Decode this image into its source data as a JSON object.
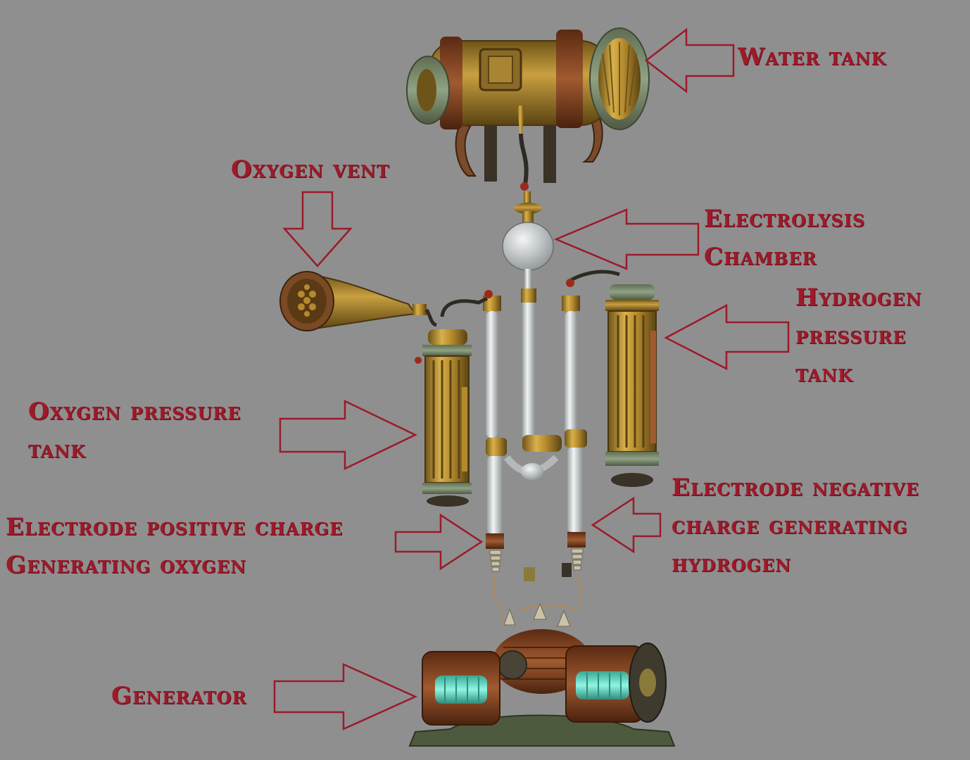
{
  "labels": {
    "water_tank": "Water tank",
    "oxygen_vent": "Oxygen vent",
    "electrolysis_chamber": [
      "Electrolysis",
      "Chamber"
    ],
    "hydrogen_pressure_tank": [
      "Hydrogen",
      "pressure",
      "tank"
    ],
    "oxygen_pressure_tank": [
      "Oxygen pressure",
      "tank"
    ],
    "electrode_negative": [
      "Electrode negative",
      "charge generating",
      "hydrogen"
    ],
    "electrode_positive": [
      "Electrode positive charge",
      "Generating oxygen"
    ],
    "generator": "Generator"
  },
  "colors": {
    "background": "#8f8f8f",
    "label_text": "#9c1a2a",
    "arrow_stroke": "#9c1a2a",
    "arrow_fill": "#8f8f8f",
    "brass": "#b48a2e",
    "brass_dark": "#6e5418",
    "copper": "#8a4a24",
    "verdigris": "#7a8e6e",
    "glass": "#d7dcde",
    "coil_glow": "#5fe0c8"
  }
}
